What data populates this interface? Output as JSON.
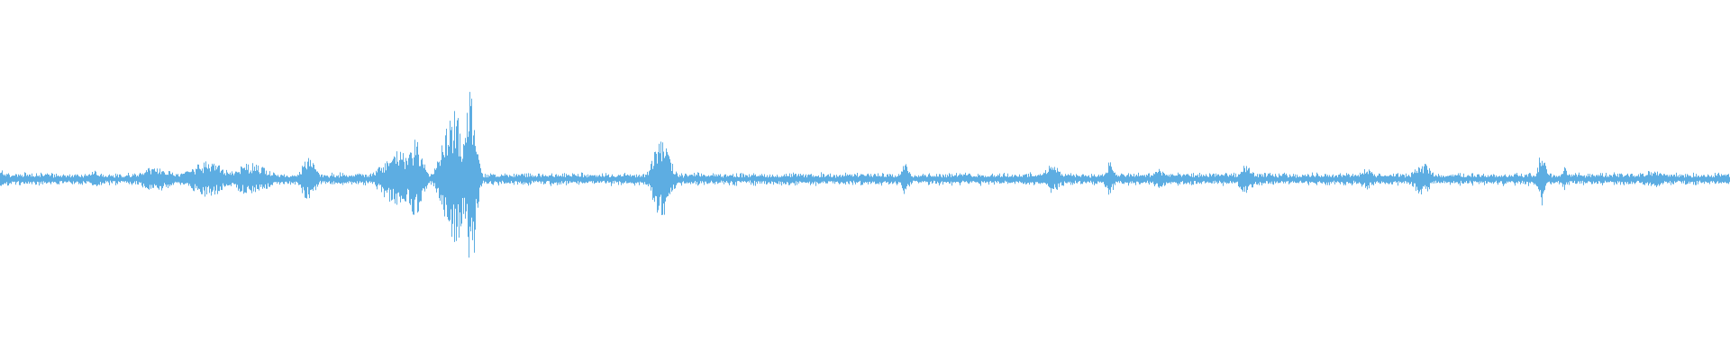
{
  "waveform": {
    "color": "#5DADE2",
    "background": "#ffffff",
    "baseline_amplitude": 0.03,
    "bursts": [
      {
        "at": 0.0,
        "amp": 0.05,
        "width": 0.01
      },
      {
        "at": 0.055,
        "amp": 0.05,
        "width": 0.006
      },
      {
        "at": 0.09,
        "amp": 0.07,
        "width": 0.018
      },
      {
        "at": 0.12,
        "amp": 0.1,
        "width": 0.02
      },
      {
        "at": 0.145,
        "amp": 0.09,
        "width": 0.02
      },
      {
        "at": 0.178,
        "amp": 0.12,
        "width": 0.008
      },
      {
        "at": 0.23,
        "amp": 0.16,
        "width": 0.018
      },
      {
        "at": 0.24,
        "amp": 0.22,
        "width": 0.008
      },
      {
        "at": 0.262,
        "amp": 0.38,
        "width": 0.012
      },
      {
        "at": 0.272,
        "amp": 0.52,
        "width": 0.006
      },
      {
        "at": 0.382,
        "amp": 0.22,
        "width": 0.01
      },
      {
        "at": 0.523,
        "amp": 0.09,
        "width": 0.005
      },
      {
        "at": 0.608,
        "amp": 0.08,
        "width": 0.01
      },
      {
        "at": 0.641,
        "amp": 0.1,
        "width": 0.005
      },
      {
        "at": 0.67,
        "amp": 0.06,
        "width": 0.008
      },
      {
        "at": 0.72,
        "amp": 0.08,
        "width": 0.008
      },
      {
        "at": 0.79,
        "amp": 0.06,
        "width": 0.008
      },
      {
        "at": 0.822,
        "amp": 0.09,
        "width": 0.01
      },
      {
        "at": 0.891,
        "amp": 0.16,
        "width": 0.004
      },
      {
        "at": 0.904,
        "amp": 0.07,
        "width": 0.003
      },
      {
        "at": 0.955,
        "amp": 0.05,
        "width": 0.012
      }
    ]
  }
}
